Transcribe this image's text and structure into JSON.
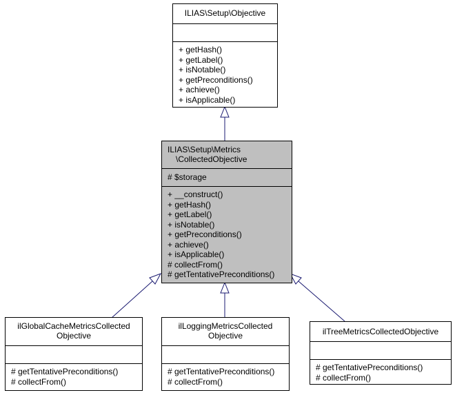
{
  "edge_color": "#191970",
  "focus_fill": "#bfbfbf",
  "classes": {
    "objective": {
      "title": [
        "ILIAS\\Setup\\Objective"
      ],
      "attributes": [],
      "methods": [
        "+ getHash()",
        "+ getLabel()",
        "+ isNotable()",
        "+ getPreconditions()",
        "+ achieve()",
        "+ isApplicable()"
      ]
    },
    "collected": {
      "title": [
        "ILIAS\\Setup\\Metrics",
        "\\CollectedObjective"
      ],
      "attributes": [
        "# $storage"
      ],
      "methods": [
        "+ __construct()",
        "+ getHash()",
        "+ getLabel()",
        "+ isNotable()",
        "+ getPreconditions()",
        "+ achieve()",
        "+ isApplicable()",
        "# collectFrom()",
        "# getTentativePreconditions()"
      ]
    },
    "global_cache": {
      "title": [
        "ilGlobalCacheMetricsCollected",
        "Objective"
      ],
      "attributes": [],
      "methods": [
        "# getTentativePreconditions()",
        "# collectFrom()"
      ]
    },
    "logging": {
      "title": [
        "ilLoggingMetricsCollected",
        "Objective"
      ],
      "attributes": [],
      "methods": [
        "# getTentativePreconditions()",
        "# collectFrom()"
      ]
    },
    "tree": {
      "title": [
        "ilTreeMetricsCollectedObjective"
      ],
      "attributes": [],
      "methods": [
        "# getTentativePreconditions()",
        "# collectFrom()"
      ]
    }
  }
}
